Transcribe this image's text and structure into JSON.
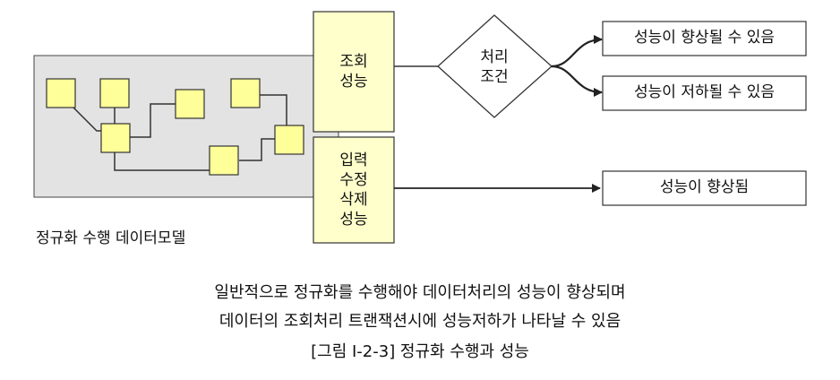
{
  "model_label": "정규화 수행 데이터모델",
  "query_box": {
    "lines": [
      "조회",
      "성능"
    ]
  },
  "edit_box": {
    "lines": [
      "입력",
      "수정",
      "삭제",
      "성능"
    ]
  },
  "decision": {
    "lines": [
      "처리",
      "조건"
    ]
  },
  "outcomes": {
    "improve": "성능이 향상될 수 있음",
    "degrade": "성능이 저하될 수 있음",
    "improved": "성능이 향상됨"
  },
  "summary": {
    "line1": "일반적으로 정규화를 수행해야 데이터처리의 성능이 향상되며",
    "line2": "데이터의 조회처리 트랜잭션시에 성능저하가 나타날 수 있음"
  },
  "figure_caption": "[그림 Ⅰ-2-3] 정규화 수행과 성능",
  "colors": {
    "model_bg": "#e3e3e3",
    "entity_fill": "#ffff99",
    "perf_box_fill": "#ffffcc",
    "line": "#333333"
  }
}
